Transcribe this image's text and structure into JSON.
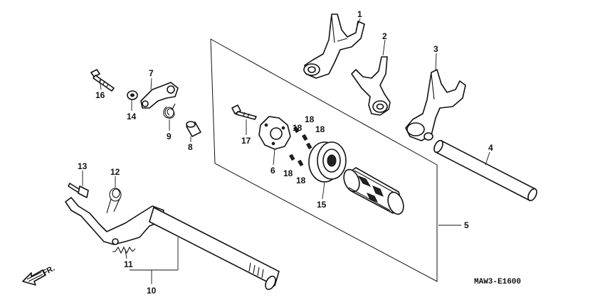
{
  "diagram_code": "MAW3-E1600",
  "front_indicator": "FR.",
  "callouts": {
    "c1": "1",
    "c2": "2",
    "c3": "3",
    "c4": "4",
    "c5": "5",
    "c6": "6",
    "c7": "7",
    "c8": "8",
    "c9": "9",
    "c10": "10",
    "c11": "11",
    "c12": "12",
    "c13": "13",
    "c14": "14",
    "c15": "15",
    "c16": "16",
    "c17": "17",
    "c18a": "18",
    "c18b": "18",
    "c18c": "18",
    "c18d": "18",
    "c18e": "18"
  }
}
